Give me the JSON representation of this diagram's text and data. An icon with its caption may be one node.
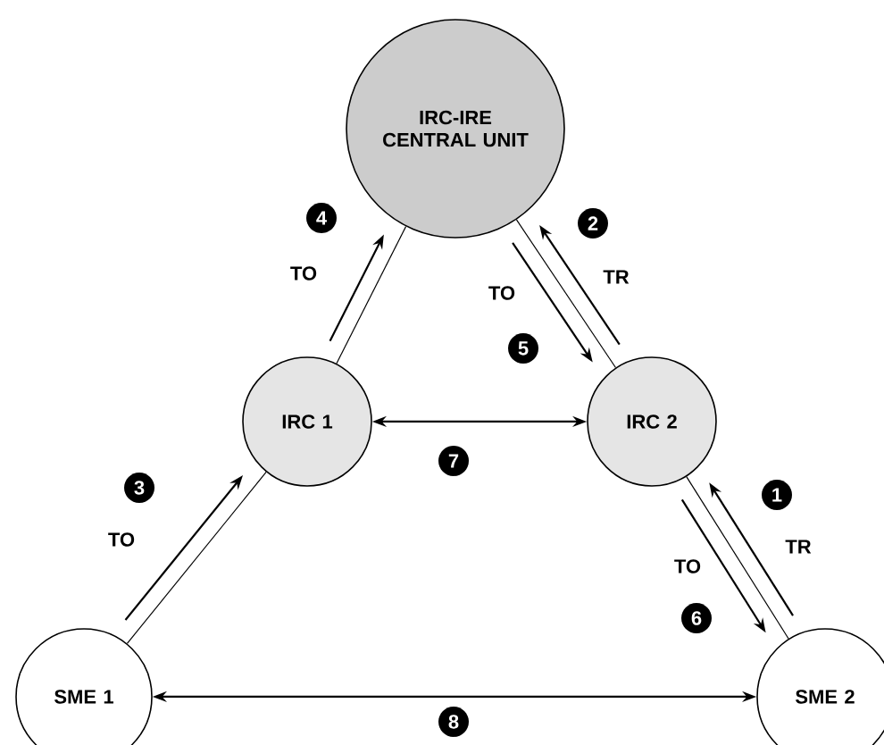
{
  "diagram": {
    "nodes": [
      {
        "text": [
          "IRC-IRE CENTRAL UNIT"
        ]
      },
      {
        "text": [
          "IRC 1"
        ]
      },
      {
        "text": [
          "IRC 2"
        ]
      },
      {
        "text": [
          "SME 1"
        ]
      },
      {
        "text": [
          "SME 2"
        ]
      }
    ],
    "edges": [
      {
        "from": 1,
        "to": 0,
        "arrow": "none"
      },
      {
        "from": 1,
        "to": 0,
        "arrow": "to",
        "label": "TO"
      },
      {
        "from": 2,
        "to": 0,
        "arrow": "none"
      },
      {
        "from": 2,
        "to": 0,
        "arrow": "to",
        "label": "TR"
      },
      {
        "from": 0,
        "to": 2,
        "arrow": "to",
        "label": "TO"
      },
      {
        "from": 1,
        "to": 2,
        "arrow": "both"
      },
      {
        "from": 3,
        "to": 1,
        "arrow": "none"
      },
      {
        "from": 3,
        "to": 1,
        "arrow": "to",
        "label": "TO"
      },
      {
        "from": 4,
        "to": 2,
        "arrow": "none"
      },
      {
        "from": 4,
        "to": 2,
        "arrow": "to",
        "label": "TR"
      },
      {
        "from": 2,
        "to": 4,
        "arrow": "to",
        "label": "TO"
      },
      {
        "from": 3,
        "to": 4,
        "arrow": "both"
      }
    ],
    "labels": [
      "4",
      "2",
      "5",
      "7",
      "3",
      "1",
      "6",
      "8"
    ]
  }
}
